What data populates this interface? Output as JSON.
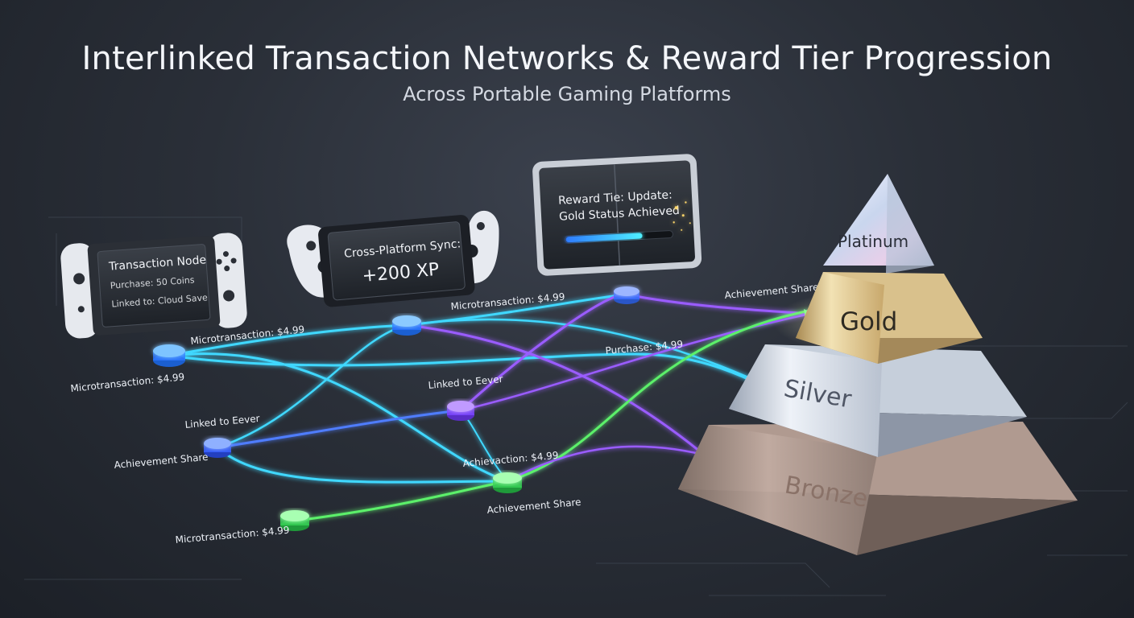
{
  "header": {
    "title": "Interlinked Transaction Networks & Reward Tier Progression",
    "subtitle": "Across Portable Gaming Platforms"
  },
  "devices": {
    "left": {
      "icon": "handheld-console-icon",
      "title": "Transaction Node",
      "line1": "Purchase: 50 Coins",
      "line2": "Linked to: Cloud Save"
    },
    "center": {
      "icon": "handheld-streaming-device-icon",
      "line1": "Cross-Platform Sync:",
      "line2": "+200 XP"
    },
    "right": {
      "icon": "tablet-icon",
      "line1": "Reward Tie: Update:",
      "line2": "Gold Status Achieved",
      "progress": 0.72
    }
  },
  "edge_labels": {
    "l1": "Microtransaction: $4.99",
    "l2": "Microtransaction: $4.99",
    "l3": "Microtransaction: $4.99",
    "l4": "Achievement Share",
    "l5": "Purchase: $4.99",
    "l6": "Linked to Eever",
    "l7": "Linked to Eever",
    "l8": "Achievement Share",
    "l9": "Achievaction: $4.99",
    "l10": "Achievement Share",
    "l11": "Microtransaction: $4.99"
  },
  "tiers": {
    "platinum": "Platinum",
    "gold": "Gold",
    "silver": "Silver",
    "bronze": "Bronze"
  },
  "colors": {
    "cyan": "#3fd8ff",
    "blue": "#4f7dff",
    "violet": "#9a5cff",
    "green": "#5cf06a"
  }
}
